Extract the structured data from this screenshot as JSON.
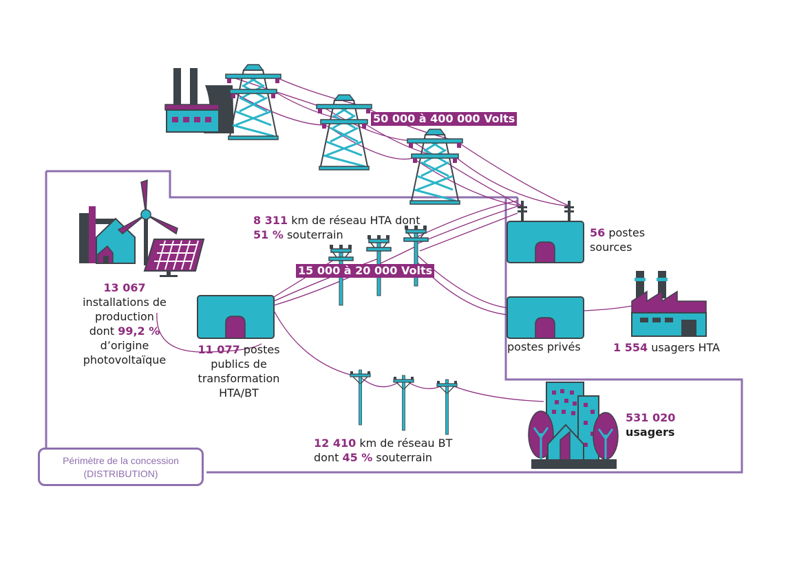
{
  "transport": {
    "voltage_tag": "50 000 à 400 000 Volts"
  },
  "hta_network": {
    "km_value": "8 311",
    "km_text": "km de réseau HTA dont",
    "underground_pct": "51 %",
    "underground_text": "souterrain",
    "voltage_tag": "15 000 à 20 000 Volts"
  },
  "production": {
    "count": "13 067",
    "line1": "installations de",
    "line2": "production",
    "line3_prefix": "dont",
    "pv_pct": "99,2 %",
    "line4": "d’origine",
    "line5": "photovoltaïque"
  },
  "public_stations": {
    "count": "11 077",
    "line1_suffix": "postes",
    "line2": "publics de",
    "line3": "transformation",
    "line4": "HTA/BT"
  },
  "source_stations": {
    "count": "56",
    "line1_suffix": "postes",
    "line2": "sources"
  },
  "private_stations": {
    "label": "postes privés"
  },
  "hta_users": {
    "count": "1 554",
    "label": "usagers HTA"
  },
  "bt_network": {
    "km_value": "12 410",
    "km_text": "km de réseau BT",
    "prefix": "dont",
    "underground_pct": "45 %",
    "underground_text": "souterrain"
  },
  "users": {
    "count": "531 020",
    "label": "usagers"
  },
  "perimeter": {
    "line1": "Périmètre de la concession",
    "line2": "(DISTRIBUTION)"
  },
  "colors": {
    "purple": "#8e2c7e",
    "teal": "#2bb5c8",
    "dark": "#3d4449",
    "lavender": "#8e6fae"
  }
}
